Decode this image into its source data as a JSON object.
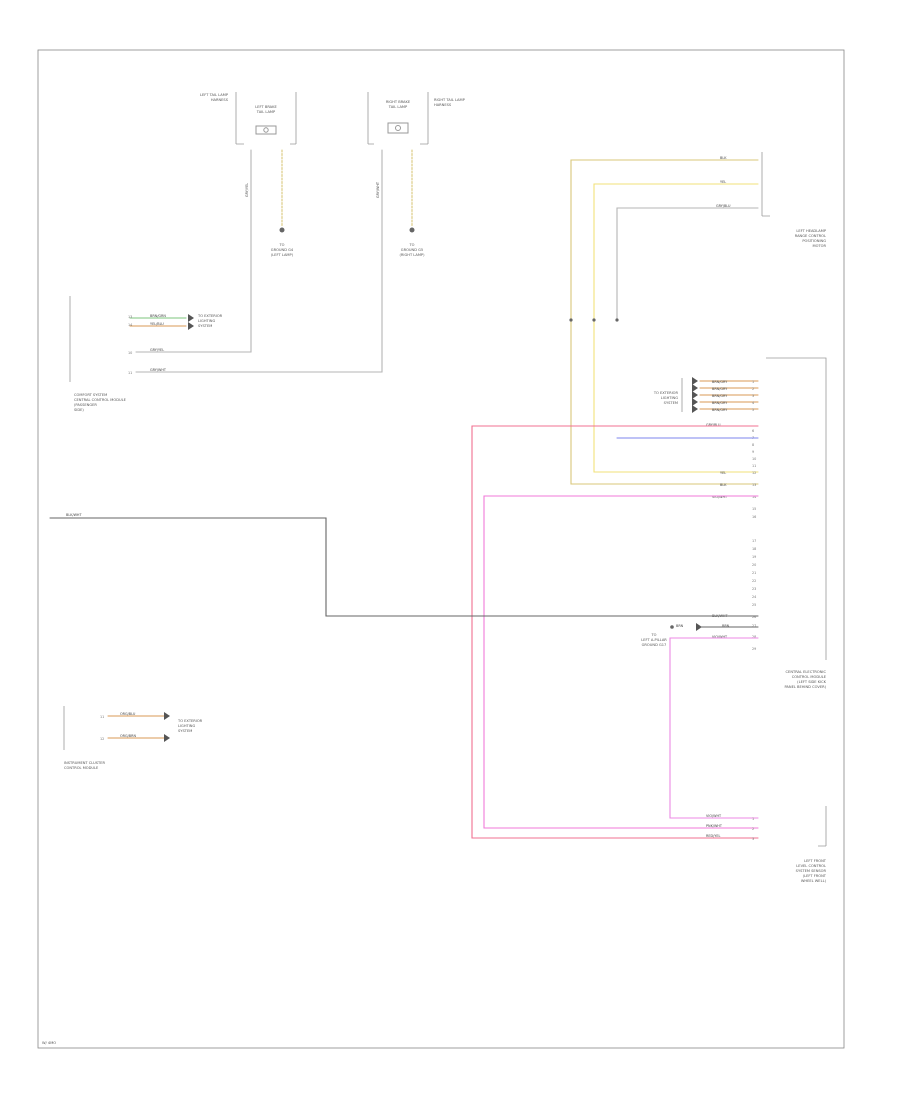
{
  "colors": {
    "tan": "#d9c77a",
    "yellow": "#f2e27a",
    "gray": "#b5b5b5",
    "red": "#f07090",
    "pink": "#f07ad8",
    "violet": "#ec8ae4",
    "blue": "#7c84ec",
    "orange": "#d89a55",
    "green": "#7cc47c",
    "dark": "#666666"
  },
  "labels": {
    "left_tail_lamp": [
      "LEFT TAIL LAMP",
      "HARNESS"
    ],
    "left_brake": [
      "LEFT BRAKE",
      "TAIL LAMP"
    ],
    "right_brake": [
      "RIGHT BRAKE",
      "TAIL LAMP"
    ],
    "right_tail_lamp": [
      "RIGHT TAIL LAMP",
      "HARNESS"
    ],
    "to_left_lamp_ground": [
      "TO",
      "GROUND G4",
      "(LEFT LAMP)"
    ],
    "to_right_lamp_ground": [
      "TO",
      "GROUND G5",
      "(RIGHT LAMP)"
    ],
    "lm_tags": [
      "BRN/GRN",
      "YEL/BLU"
    ],
    "exterior_lighting_left": [
      "TO EXTERIOR",
      "LIGHTING",
      "SYSTEM"
    ],
    "lm_wire_left": "GRY/YEL",
    "lm_wire_right": "GRY/WHT",
    "comfort_module": [
      "COMFORT SYSTEM",
      "CENTRAL CONTROL MODULE",
      "(PASSENGER",
      "SIDE)"
    ],
    "headlamp_module": [
      "LEFT HEADLAMP",
      "RANGE CONTROL",
      "POSITIONING",
      "MOTOR"
    ],
    "top_tags": [
      "BLK",
      "YEL",
      "GRY/BLU"
    ],
    "cm_tags": [
      "BRN/GRY",
      "BRN/GRY",
      "BRN/GRY",
      "BRN/GRY",
      "BRN/GRY",
      "GRY/BLU"
    ],
    "cm_exterior": [
      "TO EXTERIOR",
      "LIGHTING",
      "SYSTEM"
    ],
    "cm_lower_tags": [
      "YEL",
      "BLK",
      "VIO/WHT"
    ],
    "blk_wht_left": "BLK/WHT",
    "cm_bottom_tags": [
      "BLK/WHT",
      "BRN",
      "VIO/WHT"
    ],
    "cm_ground": [
      "TO",
      "LEFT A-PILLAR",
      "GROUND G17"
    ],
    "cm_brn": "BRN",
    "central_module": [
      "CENTRAL ELECTRONIC",
      "CONTROL MODULE",
      "(LEFT SIDE KICK",
      "PANEL BEHIND COVER)"
    ],
    "ic_tags": [
      "ORG/BLU",
      "ORG/BRN"
    ],
    "ic_exterior": [
      "TO EXTERIOR",
      "LIGHTING",
      "SYSTEM"
    ],
    "instrument_cluster": [
      "INSTRUMENT CLUSTER",
      "CONTROL MODULE"
    ],
    "lf_tags": [
      "VIO/WHT",
      "PNK/WHT",
      "RED/YEL"
    ],
    "lf_module": [
      "LEFT FRONT",
      "LEVEL CONTROL",
      "SYSTEM SENSOR",
      "(LEFT FRONT",
      "WHEEL WELL)"
    ],
    "footer": "W/ 4MO"
  }
}
